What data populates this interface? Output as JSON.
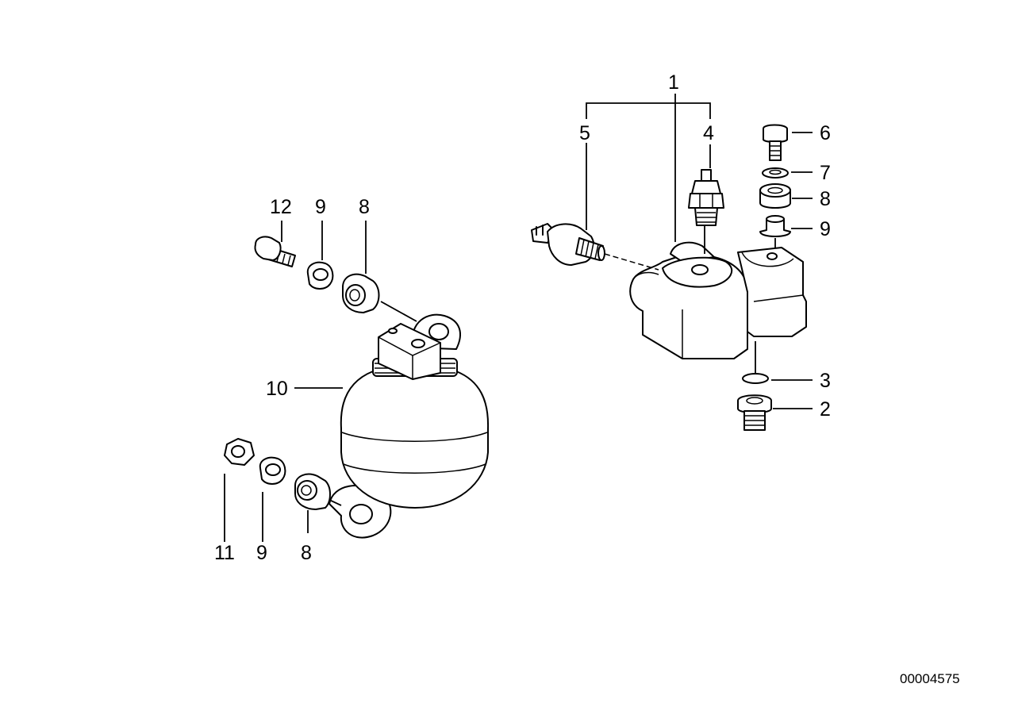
{
  "callouts": {
    "c1": "1",
    "c2": "2",
    "c3": "3",
    "c4": "4",
    "c5": "5",
    "c6": "6",
    "c7": "7",
    "c8_right": "8",
    "c9_right": "9",
    "c12": "12",
    "c9_top": "9",
    "c8_top": "8",
    "c10": "10",
    "c11": "11",
    "c9_bottom": "9",
    "c8_bottom": "8"
  },
  "reference_number": "00004575"
}
